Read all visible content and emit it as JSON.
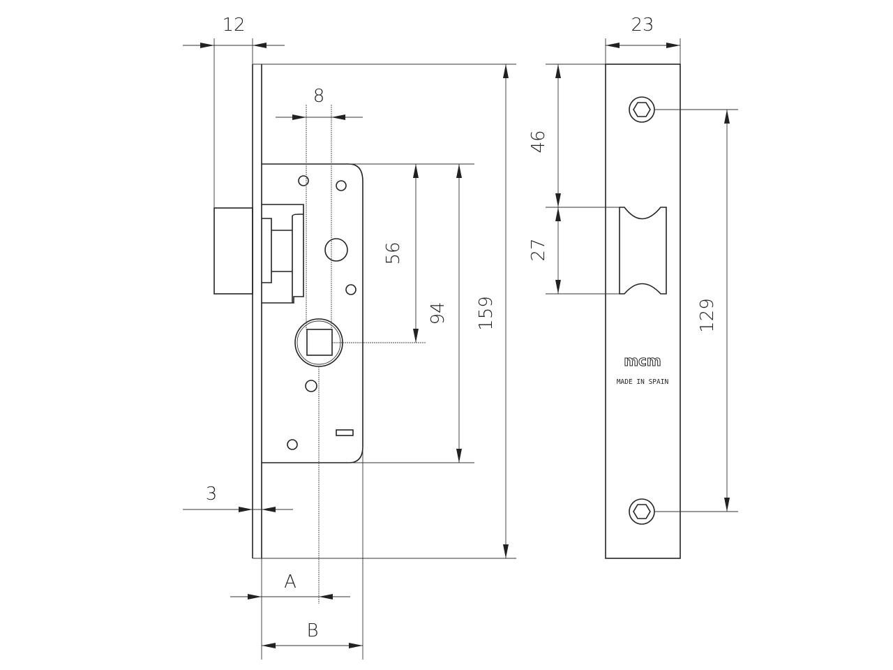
{
  "drawing": {
    "dimensions": {
      "d12": "12",
      "d8": "8",
      "d56": "56",
      "d94": "94",
      "d159": "159",
      "d3": "3",
      "dA": "A",
      "dB": "B",
      "d23": "23",
      "d46": "46",
      "d27": "27",
      "d129": "129"
    },
    "brand": "mcm",
    "origin": "MADE IN SPAIN"
  }
}
